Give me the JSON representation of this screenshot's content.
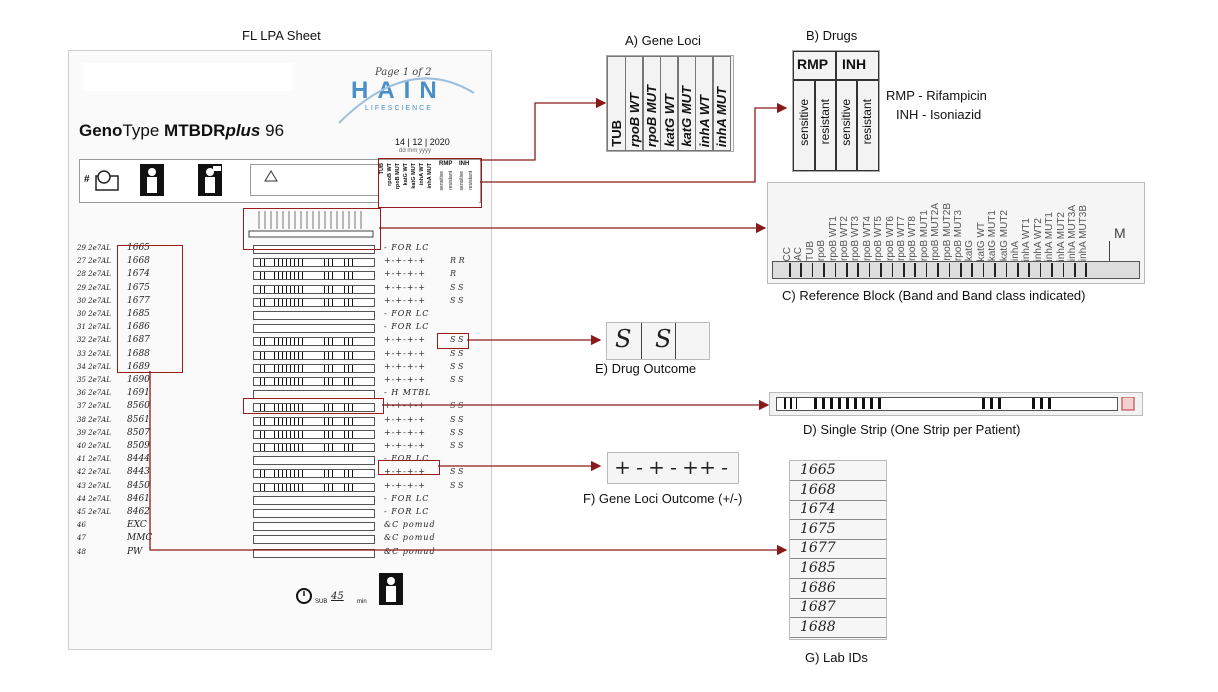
{
  "sheet": {
    "caption": "FL LPA Sheet",
    "page_mark": "Page 1 of 2",
    "brand": "HAIN",
    "brand_sub": "LIFESCIENCE",
    "title_a": "Geno",
    "title_b": "Type ",
    "title_c": "MTBDR",
    "title_d": "plus",
    "title_e": " 96",
    "date": "14 | 12 | 2020",
    "date_hint": "dd   mm   yyyy",
    "hash": "#",
    "mini_loci": [
      "TUB",
      "rpoB WT",
      "rpoB MUT",
      "katG WT",
      "katG MUT",
      "inhA WT",
      "inhA MUT"
    ],
    "mini_rmp": "RMP",
    "mini_inh": "INH",
    "mini_sens": "sensitive",
    "mini_res": "resistant",
    "rows": [
      {
        "num": "29 2e7AL",
        "lab": "1665",
        "res": "- FOR LC",
        "dr": ""
      },
      {
        "num": "27 2e7AL",
        "lab": "1668",
        "res": "+-+-+-+",
        "dr": "R R"
      },
      {
        "num": "28 2e7AL",
        "lab": "1674",
        "res": "+-+-+-+",
        "dr": "R"
      },
      {
        "num": "29 2e7AL",
        "lab": "1675",
        "res": "+-+-+-+",
        "dr": "S S"
      },
      {
        "num": "30 2e7AL",
        "lab": "1677",
        "res": "+-+-+-+",
        "dr": "S S"
      },
      {
        "num": "30 2e7AL",
        "lab": "1685",
        "res": "- FOR LC",
        "dr": ""
      },
      {
        "num": "31 2e7AL",
        "lab": "1686",
        "res": "- FOR LC",
        "dr": ""
      },
      {
        "num": "32 2e7AL",
        "lab": "1687",
        "res": "+-+-+-+",
        "dr": "S S"
      },
      {
        "num": "33 2e7AL",
        "lab": "1688",
        "res": "+-+-+-+",
        "dr": "S S"
      },
      {
        "num": "34 2e7AL",
        "lab": "1689",
        "res": "+-+-+-+",
        "dr": "S S"
      },
      {
        "num": "35 2e7AL",
        "lab": "1690",
        "res": "+-+-+-+",
        "dr": "S S"
      },
      {
        "num": "36 2e7AL",
        "lab": "1691",
        "res": "- H MTBL",
        "dr": ""
      },
      {
        "num": "37 2e7AL",
        "lab": "8560",
        "res": "+-+-+-+",
        "dr": "S S"
      },
      {
        "num": "38 2e7AL",
        "lab": "8561",
        "res": "+-+-+-+",
        "dr": "S S"
      },
      {
        "num": "39 2e7AL",
        "lab": "8507",
        "res": "+-+-+-+",
        "dr": "S S"
      },
      {
        "num": "40 2e7AL",
        "lab": "8509",
        "res": "+-+-+-+",
        "dr": "S S"
      },
      {
        "num": "41 2e7AL",
        "lab": "8444",
        "res": "- FOR LC",
        "dr": ""
      },
      {
        "num": "42 2e7AL",
        "lab": "8443",
        "res": "+-+-+-+",
        "dr": "S S"
      },
      {
        "num": "43 2e7AL",
        "lab": "8450",
        "res": "+-+-+-+",
        "dr": "S S"
      },
      {
        "num": "44 2e7AL",
        "lab": "8461",
        "res": "- FOR LC",
        "dr": ""
      },
      {
        "num": "45 2e7AL",
        "lab": "8462",
        "res": "- FOR LC",
        "dr": ""
      },
      {
        "num": "46",
        "lab": "EXC",
        "res": "&C pomud",
        "dr": ""
      },
      {
        "num": "47",
        "lab": "MMC",
        "res": "&C pomud",
        "dr": ""
      },
      {
        "num": "48",
        "lab": "PW",
        "res": "&C pomud",
        "dr": ""
      }
    ],
    "footer_sub": "SUB",
    "footer_time": "45",
    "footer_min": "min"
  },
  "panelA": {
    "caption": "A) Gene Loci",
    "loci": [
      "TUB",
      "rpoB WT",
      "rpoB MUT",
      "katG WT",
      "katG MUT",
      "inhA WT",
      "inhA MUT"
    ]
  },
  "panelB": {
    "caption": "B) Drugs",
    "rmp": "RMP",
    "inh": "INH",
    "sens": "sensitive",
    "res": "resistant",
    "legend1": "RMP - Rifampicin",
    "legend2": "INH - Isoniazid"
  },
  "panelC": {
    "caption": "C) Reference Block (Band and Band class indicated)",
    "bands": [
      "CC",
      "AC",
      "TUB",
      "rpoB",
      "rpoB WT1",
      "rpoB WT2",
      "rpoB WT3",
      "rpoB WT4",
      "rpoB WT5",
      "rpoB WT6",
      "rpoB WT7",
      "rpoB WT8",
      "rpoB MUT1",
      "rpoB MUT2A",
      "rpoB MUT2B",
      "rpoB MUT3",
      "katG",
      "katG WT",
      "katG MUT1",
      "katG MUT2",
      "inhA",
      "inhA WT1",
      "inhA WT2",
      "inhA MUT1",
      "inhA MUT2",
      "inhA MUT3A",
      "inhA MUT3B"
    ],
    "marker": "M"
  },
  "panelD": {
    "caption": "D) Single Strip (One Strip per Patient)"
  },
  "panelE": {
    "caption": "E) Drug Outcome",
    "values": [
      "S",
      "S"
    ]
  },
  "panelF": {
    "caption": "F) Gene Loci Outcome (+/-)",
    "values": [
      "+",
      "-",
      "+",
      "-",
      "+",
      "+",
      "-"
    ]
  },
  "panelG": {
    "caption": "G) Lab IDs",
    "ids": [
      "1665",
      "1668",
      "1674",
      "1675",
      "1677",
      "1685",
      "1686",
      "1687",
      "1688"
    ]
  },
  "colors": {
    "pointer": "#8a1a1a",
    "brand": "#4a90c8"
  }
}
